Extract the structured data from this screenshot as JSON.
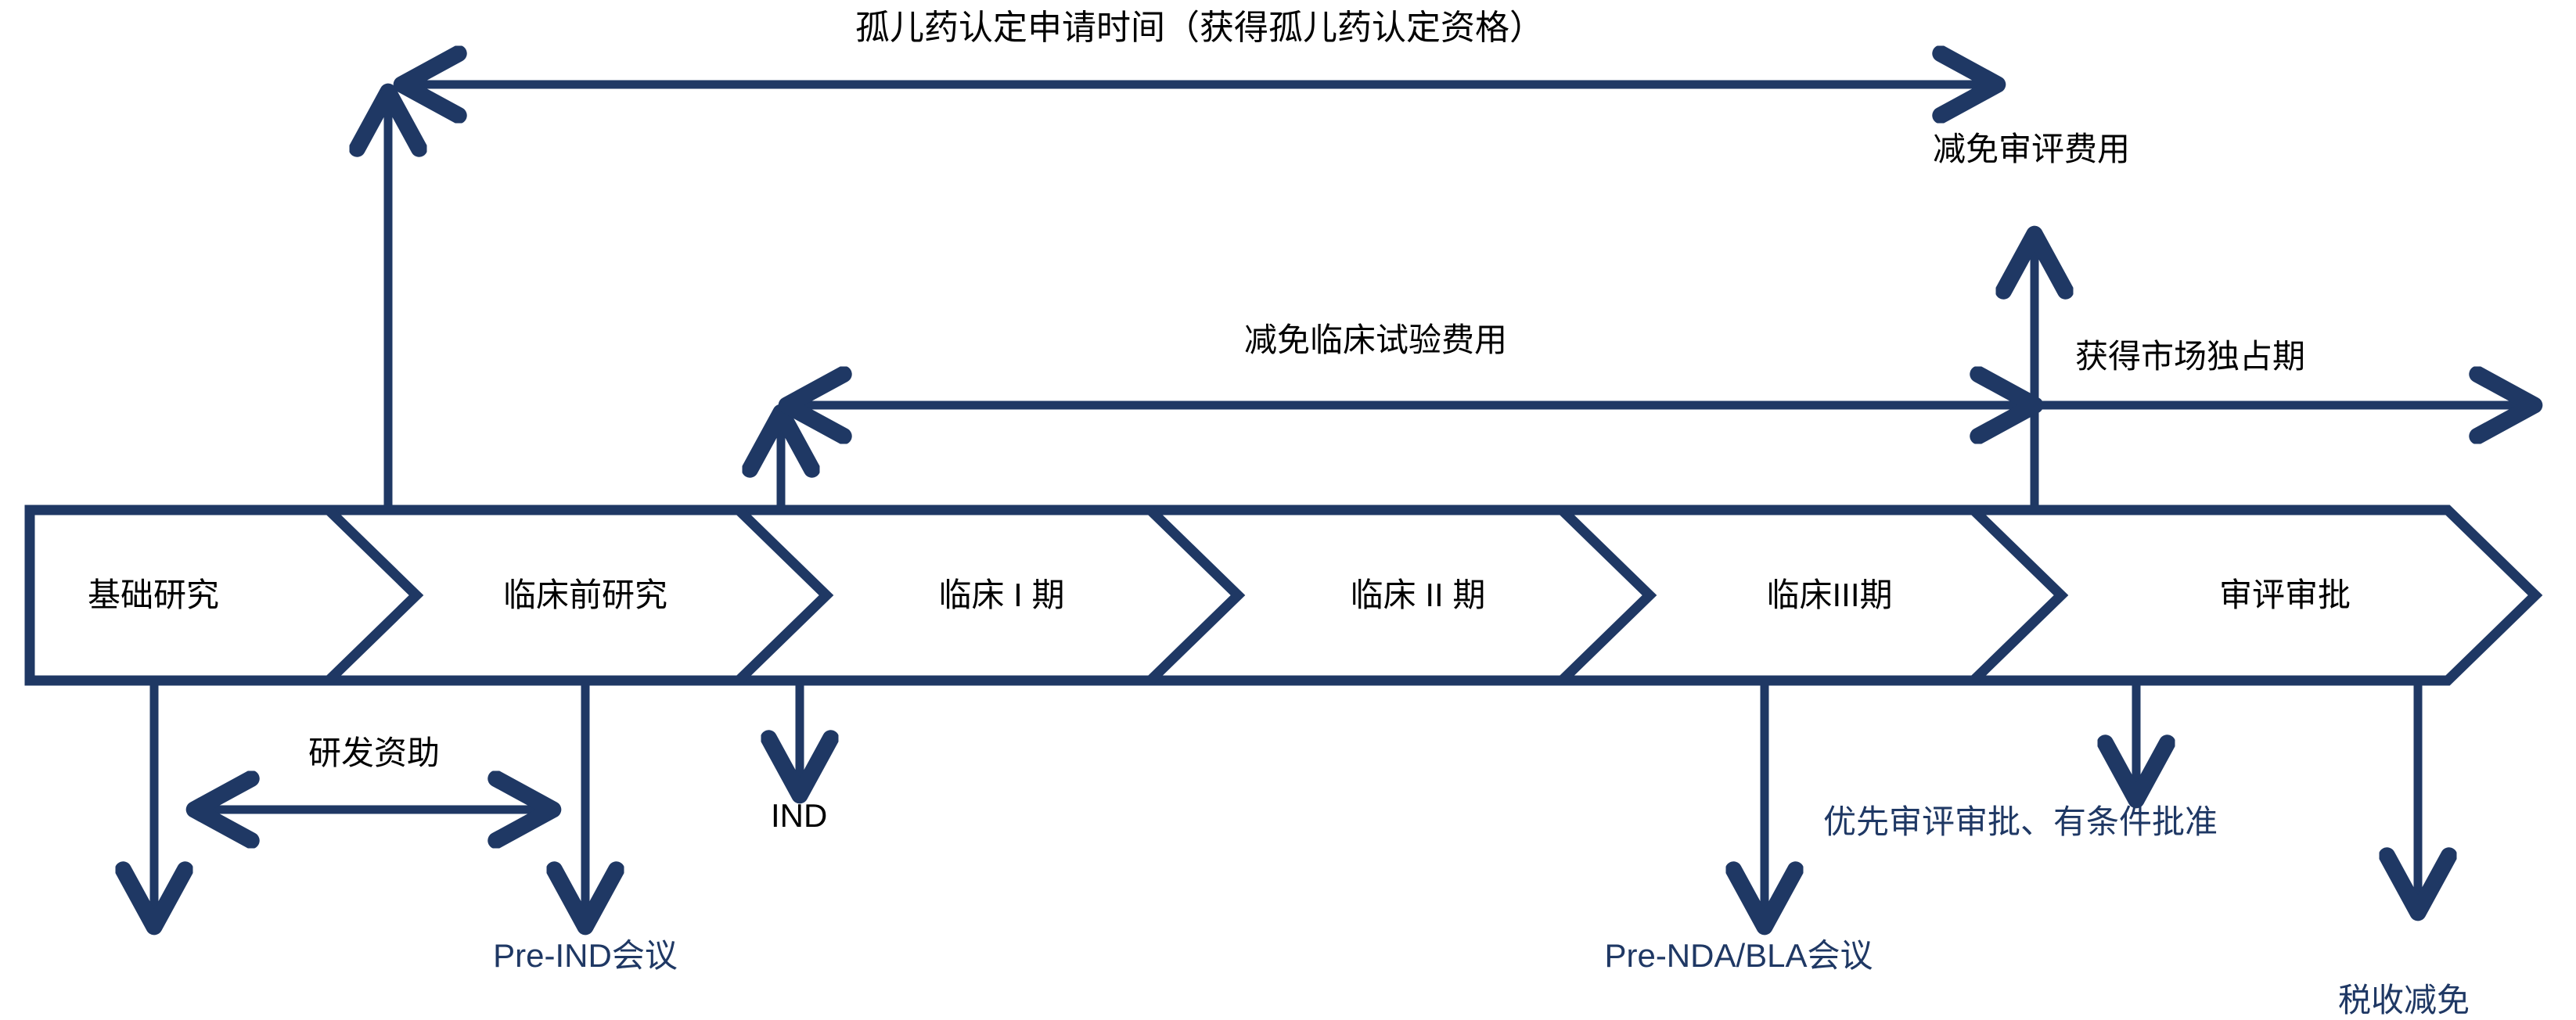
{
  "colors": {
    "navy": "#1F3864",
    "text_black": "#000000",
    "background": "#FFFFFF"
  },
  "diagram": {
    "title": "孤儿药研发全流程激励政策示意图",
    "type": "process-timeline"
  },
  "process_stages": [
    {
      "id": "stage-basic-research",
      "label": "基础研究"
    },
    {
      "id": "stage-preclinical",
      "label": "临床前研究"
    },
    {
      "id": "stage-phase1",
      "label": "临床 I 期"
    },
    {
      "id": "stage-phase2",
      "label": "临床 II 期"
    },
    {
      "id": "stage-phase3",
      "label": "临床III期"
    },
    {
      "id": "stage-review-approval",
      "label": "审评审批"
    }
  ],
  "top_annotations": {
    "orphan_designation": "孤儿药认定申请时间（获得孤儿药认定资格）",
    "review_fee_waiver": "减免审评费用",
    "clinical_trial_fee_waiver": "减免临床试验费用",
    "market_exclusivity": "获得市场独占期"
  },
  "bottom_annotations": {
    "rd_funding": "研发资助",
    "ind": "IND",
    "pre_ind_meeting": "Pre-IND会议",
    "pre_nda_bla_meeting": "Pre-NDA/BLA会议",
    "priority_review": "优先审评审批、有条件批准",
    "tax_reduction": "税收减免"
  }
}
